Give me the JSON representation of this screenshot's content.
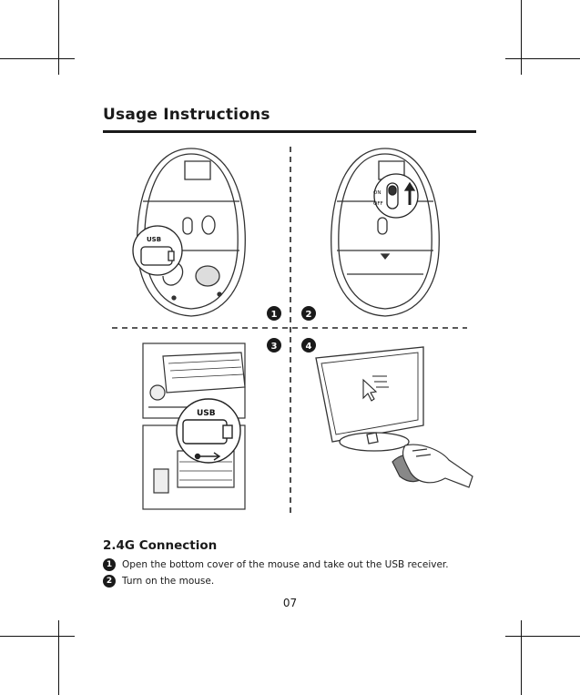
{
  "header": {
    "title": "Usage Instructions"
  },
  "figure": {
    "step_markers": [
      "1",
      "2",
      "3",
      "4"
    ],
    "usb_label_small": "USB",
    "usb_label_large": "USB",
    "switch_on": "ON",
    "switch_off": "OFF"
  },
  "section": {
    "title": "2.4G Connection",
    "steps": [
      {
        "number": "1",
        "text": "Open the bottom cover of the mouse and take out the USB receiver."
      },
      {
        "number": "2",
        "text": "Turn on the mouse."
      }
    ]
  },
  "footer": {
    "page_number": "07"
  }
}
